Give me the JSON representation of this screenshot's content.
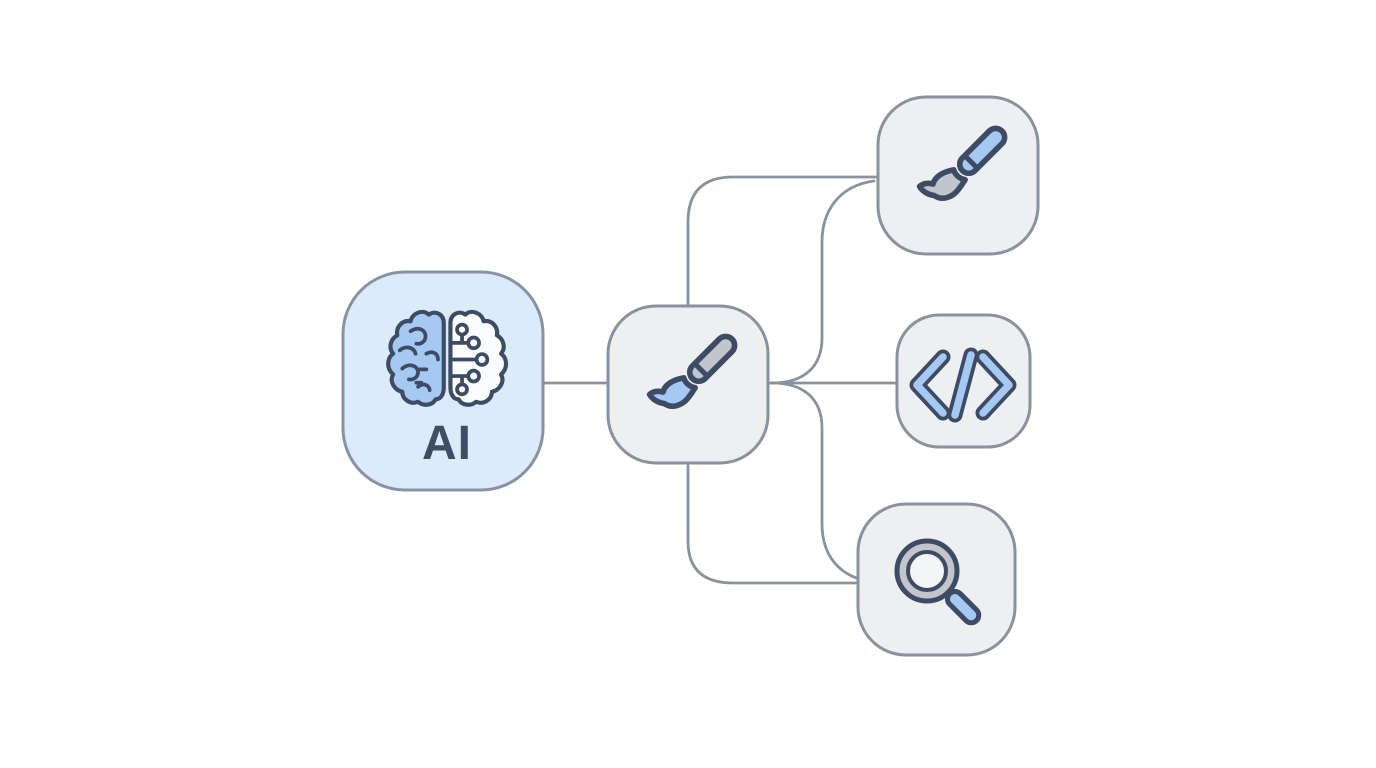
{
  "figure": {
    "kind": "flow-diagram",
    "title": "",
    "background": "#ffffff"
  },
  "palette": {
    "bg": "#ffffff",
    "border_gray": "#8a929e",
    "ai_border": "#8793a3",
    "ai_fill": "#ddeafa",
    "node_fill": "#edeff1",
    "connector": "#8a929e",
    "icon_outline": "#3d4c64",
    "icon_blue": "#a5c9f3",
    "icon_blue_light": "#c3dcf8",
    "icon_gray": "#c2c5cb",
    "icon_white": "#fbfcfe",
    "ai_text": "#3e4e63"
  },
  "diagram": {
    "nodes": [
      {
        "id": "ai",
        "label": "AI",
        "icon": "brain-icon",
        "fill": "#ddeafa",
        "shape": "rounded-square"
      },
      {
        "id": "tool",
        "label": "",
        "icon": "paintbrush-icon",
        "fill": "#edeff1",
        "shape": "rounded-square"
      },
      {
        "id": "brush",
        "label": "",
        "icon": "paintbrush-icon",
        "fill": "#edeff1",
        "shape": "rounded-square"
      },
      {
        "id": "code",
        "label": "",
        "icon": "code-icon",
        "fill": "#edeff1",
        "shape": "rounded-square"
      },
      {
        "id": "search",
        "label": "",
        "icon": "magnifier-icon",
        "fill": "#edeff1",
        "shape": "rounded-square"
      }
    ],
    "edges": [
      {
        "from": "ai",
        "to": "tool"
      },
      {
        "from": "tool",
        "to": "brush"
      },
      {
        "from": "tool",
        "to": "code"
      },
      {
        "from": "tool",
        "to": "search"
      }
    ]
  }
}
